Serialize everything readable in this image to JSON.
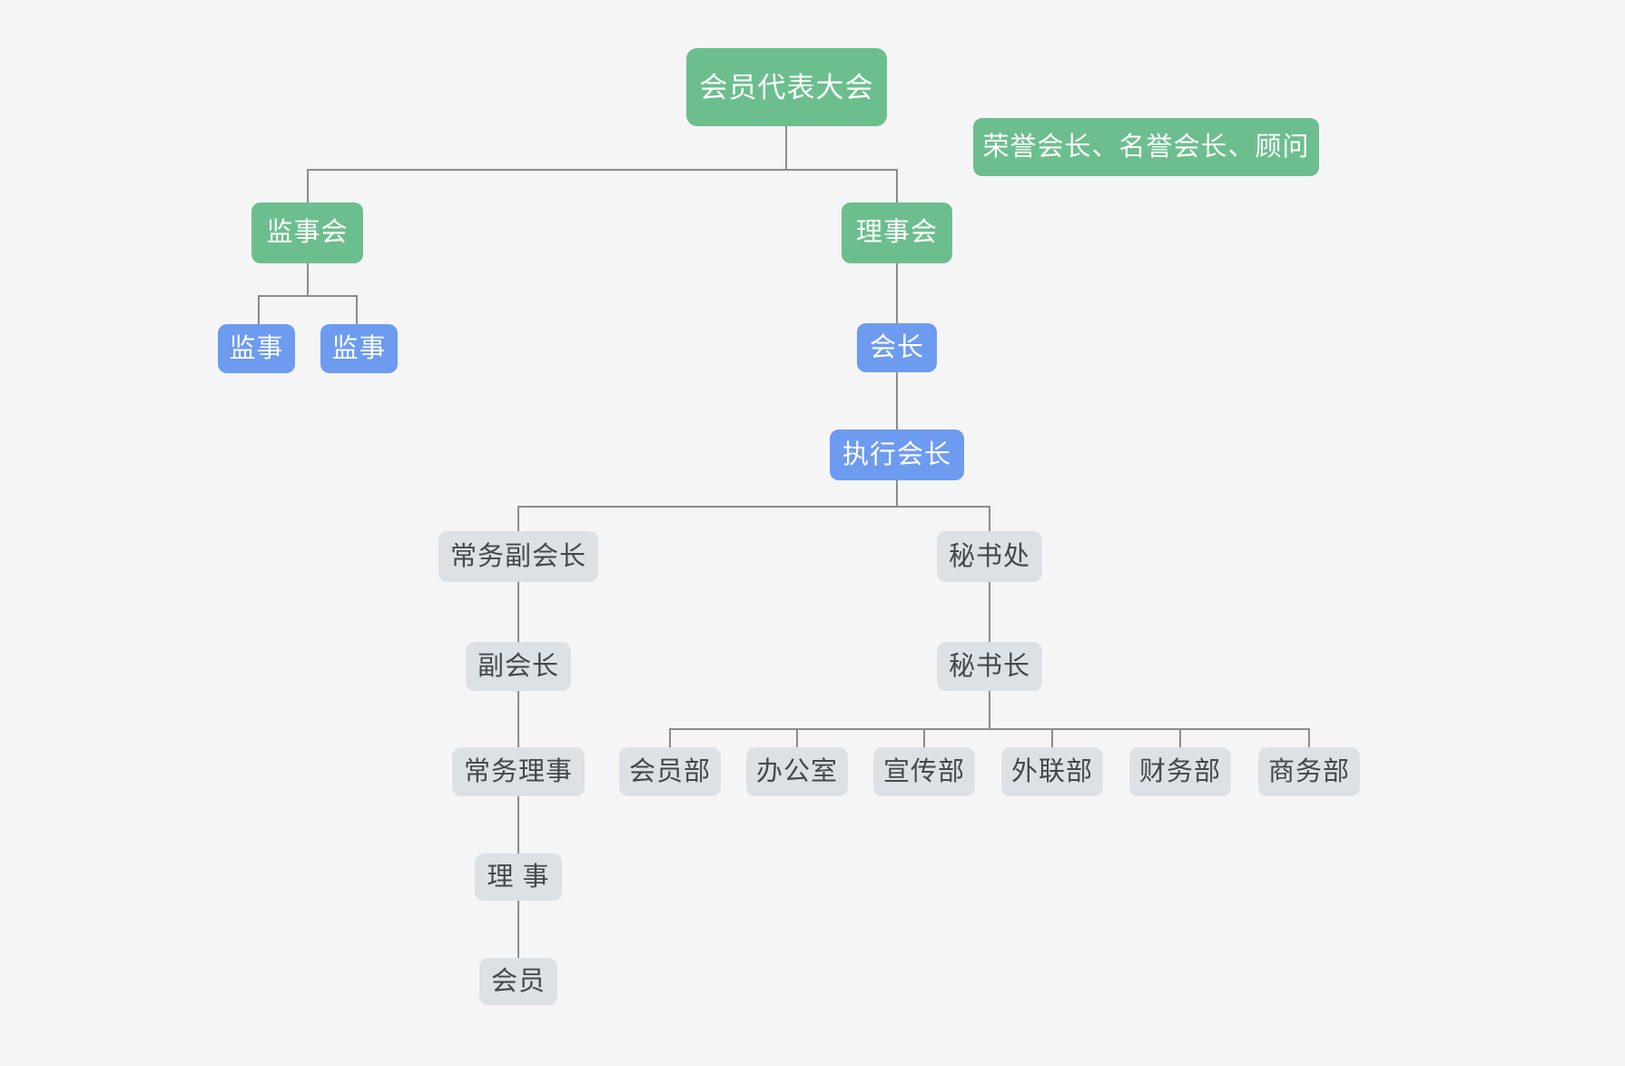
{
  "palette": {
    "green": "#6cbe8e",
    "blue": "#6c9bf0",
    "gray_fill": "#dce1e6",
    "white_text": "#ffffff",
    "dark_text": "#43484d",
    "line": "#8c8c8c",
    "background": "#f5f5f6"
  },
  "nodes": {
    "assembly": {
      "label": "会员代表大会"
    },
    "honorary": {
      "label": "荣誉会长、名誉会长、顾问"
    },
    "supervisory_board": {
      "label": "监事会"
    },
    "board": {
      "label": "理事会"
    },
    "supervisor_1": {
      "label": "监事"
    },
    "supervisor_2": {
      "label": "监事"
    },
    "president": {
      "label": "会长"
    },
    "executive_president": {
      "label": "执行会长"
    },
    "standing_vice_president": {
      "label": "常务副会长"
    },
    "secretariat": {
      "label": "秘书处"
    },
    "vice_president": {
      "label": "副会长"
    },
    "secretary_general": {
      "label": "秘书长"
    },
    "standing_director": {
      "label": "常务理事"
    },
    "director": {
      "label": "理 事"
    },
    "member": {
      "label": "会员"
    },
    "dept_membership": {
      "label": "会员部"
    },
    "dept_office": {
      "label": "办公室"
    },
    "dept_publicity": {
      "label": "宣传部"
    },
    "dept_liaison": {
      "label": "外联部"
    },
    "dept_finance": {
      "label": "财务部"
    },
    "dept_business": {
      "label": "商务部"
    }
  },
  "hierarchy": {
    "会员代表大会": [
      "监事会",
      "理事会"
    ],
    "监事会": [
      "监事",
      "监事"
    ],
    "理事会": [
      "会长"
    ],
    "会长": [
      "执行会长"
    ],
    "执行会长": [
      "常务副会长",
      "秘书处"
    ],
    "常务副会长": [
      "副会长"
    ],
    "副会长": [
      "常务理事"
    ],
    "常务理事": [
      "理 事"
    ],
    "理 事": [
      "会员"
    ],
    "秘书处": [
      "秘书长"
    ],
    "秘书长": [
      "会员部",
      "办公室",
      "宣传部",
      "外联部",
      "财务部",
      "商务部"
    ]
  },
  "unattached_nodes": [
    "荣誉会长、名誉会长、顾问"
  ]
}
